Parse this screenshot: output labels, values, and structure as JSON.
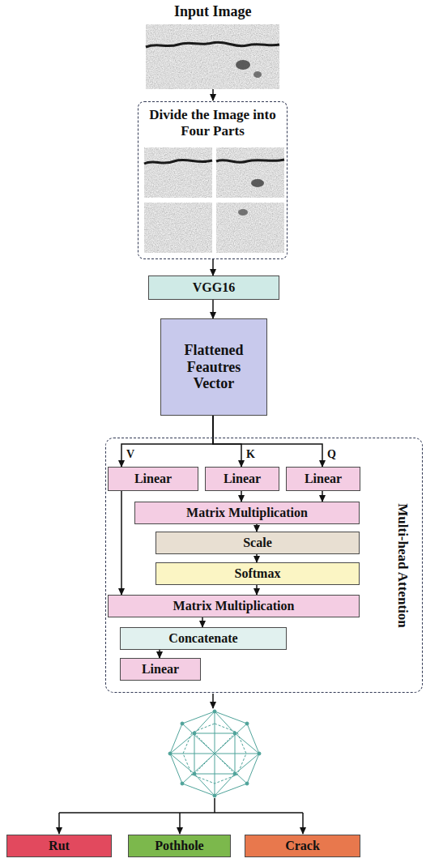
{
  "diagram": {
    "nodes": [
      {
        "text": [
          "Divide the Image into Four Parts"
        ]
      },
      {
        "text": [
          "VGG16"
        ]
      },
      {
        "text": [
          "Flattened Feautres Vector"
        ]
      },
      {
        "text": [
          "Multi-head Attention"
        ]
      },
      {
        "text": [
          "Linear"
        ],
        "in": 3
      },
      {
        "text": [
          "Linear"
        ],
        "in": 3
      },
      {
        "text": [
          "Linear"
        ],
        "in": 3
      },
      {
        "text": [
          "Matrix Multiplication"
        ],
        "in": 3
      },
      {
        "text": [
          "Scale"
        ],
        "in": 3
      },
      {
        "text": [
          "Softmax"
        ],
        "in": 3
      },
      {
        "text": [
          "Matrix Multiplication"
        ],
        "in": 3
      },
      {
        "text": [
          "Concatenate"
        ],
        "in": 3
      },
      {
        "text": [
          "Linear"
        ],
        "in": 3
      },
      {
        "text": [
          "Rut"
        ]
      },
      {
        "text": [
          "Pothhole"
        ]
      },
      {
        "text": [
          "Crack"
        ]
      }
    ],
    "edges": [
      {
        "from": 0,
        "to": 1,
        "arrow": "to"
      },
      {
        "from": 1,
        "to": 2,
        "arrow": "to"
      },
      {
        "from": 2,
        "to": 4,
        "arrow": "to"
      },
      {
        "from": 2,
        "to": 5,
        "arrow": "to"
      },
      {
        "from": 2,
        "to": 6,
        "arrow": "to"
      },
      {
        "from": 5,
        "to": 7,
        "arrow": "to"
      },
      {
        "from": 6,
        "to": 7,
        "arrow": "to"
      },
      {
        "from": 7,
        "to": 8,
        "arrow": "to"
      },
      {
        "from": 8,
        "to": 9,
        "arrow": "to"
      },
      {
        "from": 9,
        "to": 10,
        "arrow": "to"
      },
      {
        "from": 4,
        "to": 10,
        "arrow": "to"
      },
      {
        "from": 10,
        "to": 11,
        "arrow": "to"
      },
      {
        "from": 11,
        "to": 12,
        "arrow": "to"
      }
    ],
    "labels": [
      "Input Image",
      "V",
      "K",
      "Q"
    ]
  }
}
